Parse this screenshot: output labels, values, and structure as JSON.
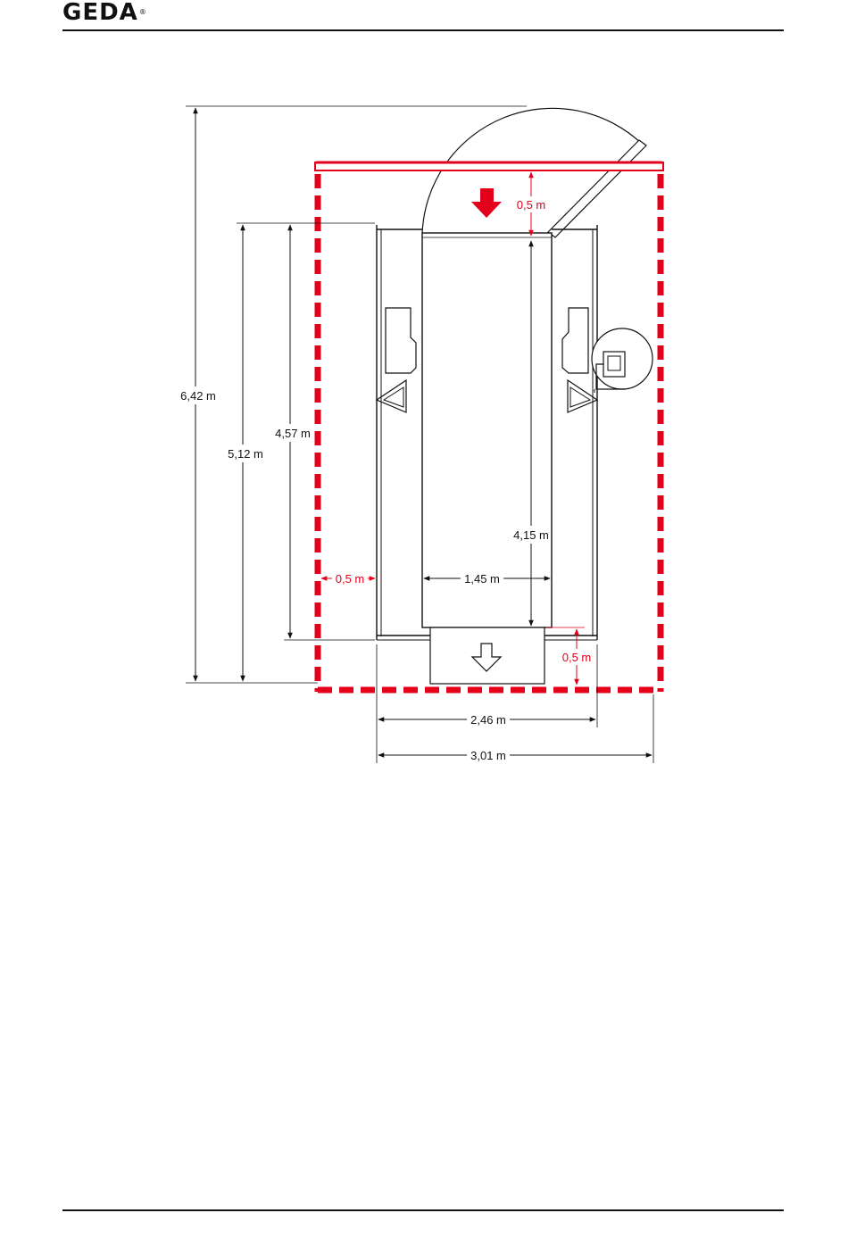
{
  "header": {
    "brand": "GEDA",
    "registered_mark": "®"
  },
  "colors": {
    "safety_red": "#e3001b",
    "line_black": "#111111"
  },
  "diagram": {
    "dimensions": {
      "overall_depth": "6,42 m",
      "outer_depth": "5,12 m",
      "inner_depth": "4,57 m",
      "platform_length": "4,15 m",
      "platform_width": "1,45 m",
      "outer_width": "2,46 m",
      "overall_width": "3,01 m",
      "clearance_top": "0,5 m",
      "clearance_side": "0,5 m",
      "clearance_bottom": "0,5 m"
    }
  }
}
